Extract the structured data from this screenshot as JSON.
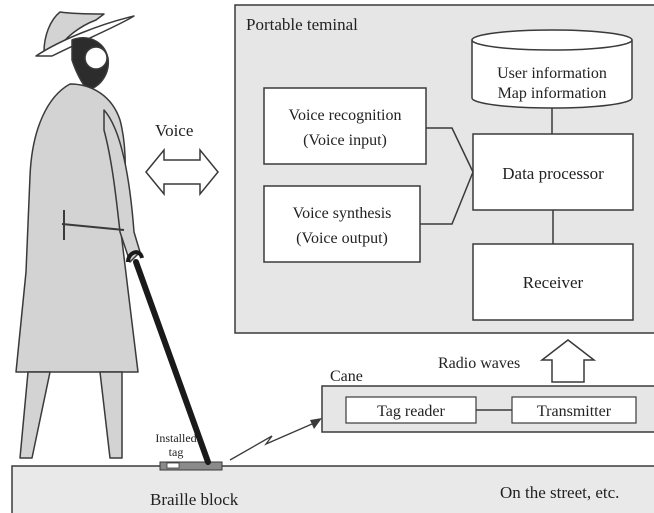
{
  "terminal": {
    "title": "Portable teminal",
    "database_line1": "User information",
    "database_line2": "Map information",
    "recognition_line1": "Voice recognition",
    "recognition_line2": "(Voice input)",
    "synthesis_line1": "Voice synthesis",
    "synthesis_line2": "(Voice output)",
    "processor": "Data processor",
    "receiver": "Receiver"
  },
  "voice_label": "Voice",
  "radio_label": "Radio waves",
  "cane": {
    "title": "Cane",
    "tag_reader": "Tag reader",
    "transmitter": "Transmitter"
  },
  "ground": {
    "installed_tag_line1": "Installed",
    "installed_tag_line2": "tag",
    "braille_block": "Braille block",
    "street": "On the street, etc."
  },
  "colors": {
    "panel_fill": "#e6e6e6",
    "ground_fill": "#e9e9e9",
    "figure_fill": "#d3d3d3",
    "stroke": "#3a3a3a",
    "tag_fill": "#8a8a8a"
  }
}
